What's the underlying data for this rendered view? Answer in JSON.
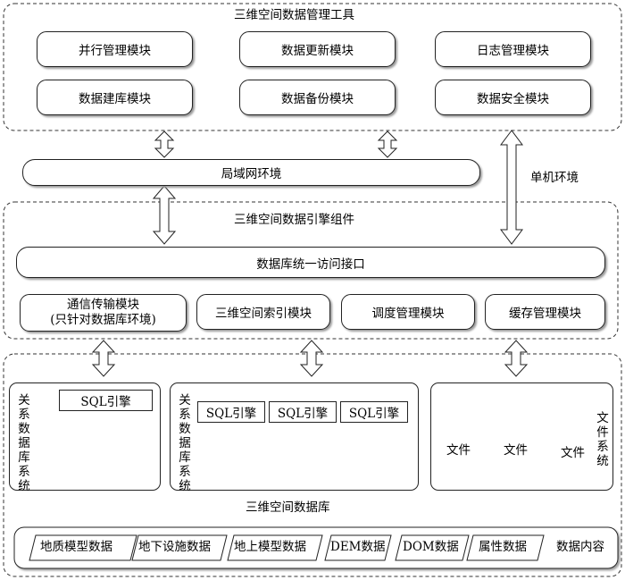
{
  "tool": {
    "title": "三维空间数据管理工具",
    "modules": [
      "并行管理模块",
      "数据更新模块",
      "日志管理模块",
      "数据建库模块",
      "数据备份模块",
      "数据安全模块"
    ]
  },
  "network": {
    "lan": "局域网环境",
    "standalone": "单机环境"
  },
  "engine": {
    "title": "三维空间数据引擎组件",
    "db_interface": "数据库统一访问接口",
    "modules": {
      "comm_line1": "通信传输模块",
      "comm_line2": "(只针对数据库环境)",
      "spatial_index": "三维空间索引模块",
      "scheduling": "调度管理模块",
      "cache": "缓存管理模块"
    }
  },
  "database": {
    "title": "三维空间数据库",
    "rdbms_single": {
      "label": "关系数据库系统",
      "engine": "SQL引擎"
    },
    "rdbms_cluster": {
      "label": "关系数据库系统",
      "engines": [
        "SQL引擎",
        "SQL引擎",
        "SQL引擎"
      ]
    },
    "file_system": {
      "label": "文件系统",
      "files": [
        "文件",
        "文件",
        "文件"
      ]
    }
  },
  "content": {
    "items": [
      "地质模型数据",
      "地下设施数据",
      "地上模型数据",
      "DEM数据",
      "DOM数据",
      "属性数据"
    ],
    "label": "数据内容"
  }
}
